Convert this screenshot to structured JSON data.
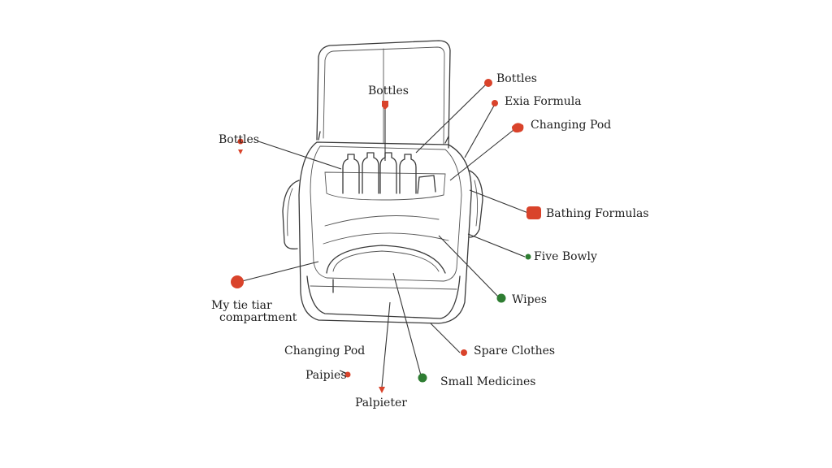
{
  "colors": {
    "red": "#d9432b",
    "green": "#2e7d32",
    "ink": "#1e1e1e"
  },
  "labels": {
    "bottles_top": "Bottles",
    "bottles_right": "Bottles",
    "extra_formula": "Exia Formula",
    "changing_pad_right": "Changing Pod",
    "bottles_left": "Bottles",
    "baking_formula": "Bathing Formulas",
    "five_bowls": "Five Bowly",
    "wipes": "Wipes",
    "my_tie": "My tie tiar",
    "compartment": "compartment",
    "changing_pad_bottom": "Changing Pod",
    "spare_clothes": "Spare Clothes",
    "nappies": "Paipies",
    "small_medicines": "Small Medicines",
    "palpieter": "Palpieter"
  }
}
